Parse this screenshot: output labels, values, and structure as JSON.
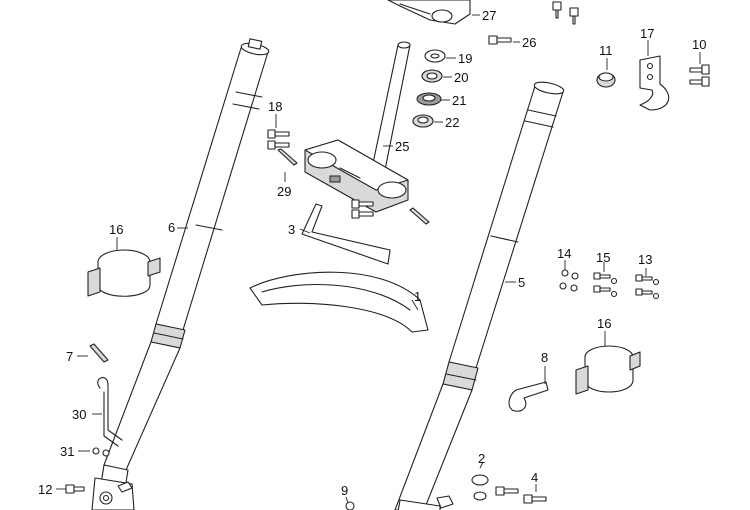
{
  "callouts": {
    "c1": "1",
    "c2": "2",
    "c3": "3",
    "c4": "4",
    "c5": "5",
    "c6": "6",
    "c7": "7",
    "c8": "8",
    "c9": "9",
    "c10": "10",
    "c11": "11",
    "c12": "12",
    "c13": "13",
    "c14": "14",
    "c15": "15",
    "c16a": "16",
    "c16b": "16",
    "c17": "17",
    "c18": "18",
    "c19": "19",
    "c20": "20",
    "c21": "21",
    "c22": "22",
    "c25": "25",
    "c26": "26",
    "c27": "27",
    "c29": "29",
    "c30": "30",
    "c31": "31"
  }
}
